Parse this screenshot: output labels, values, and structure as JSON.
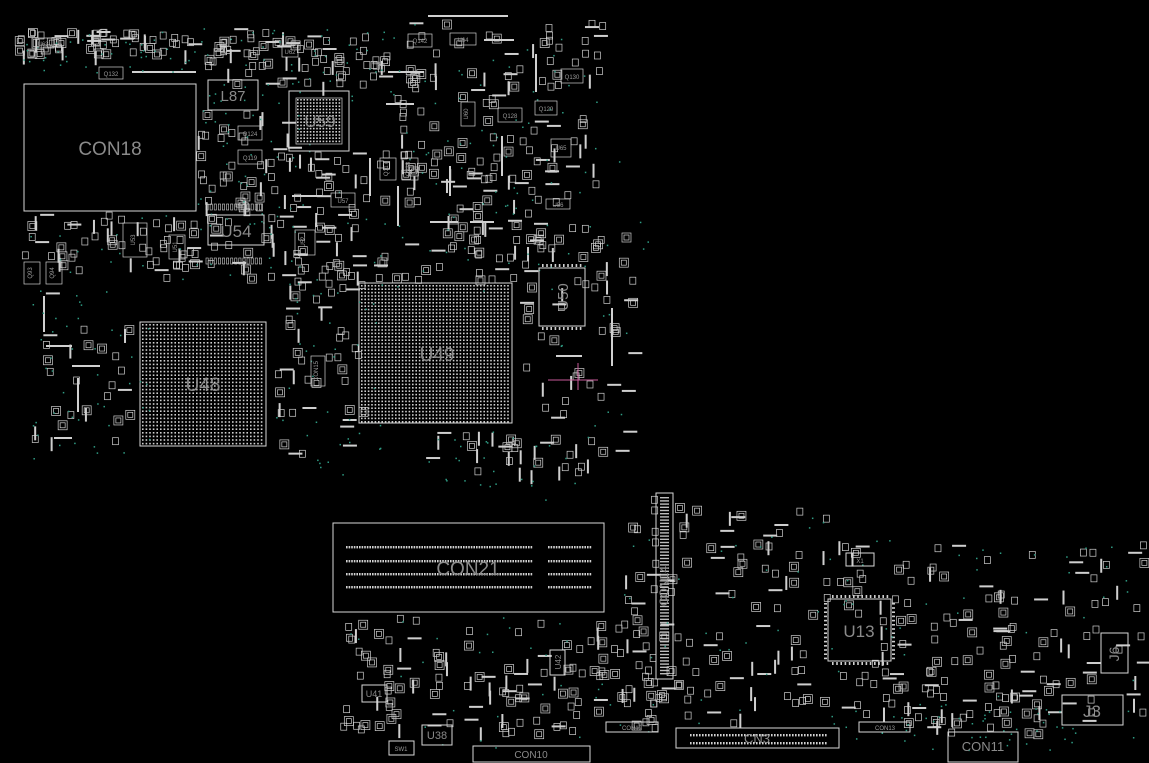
{
  "big_labels": {
    "con18": "CON18",
    "l87": "L87",
    "u59": "U59",
    "u54": "U54",
    "u49": "U49",
    "u48": "U48",
    "u50": "U50",
    "con21": "CON21",
    "con14": "CON14",
    "u13": "U13",
    "j6": "J6",
    "j3": "J3",
    "con11": "CON11",
    "cn3": "CN3",
    "con10": "CON10",
    "u38": "U38",
    "u41": "U41",
    "u42": "U42"
  },
  "small_labels": {
    "u63": "U63",
    "u62": "U62",
    "u64": "U64",
    "q142": "Q142",
    "q132": "Q132",
    "q128": "Q128",
    "q129": "Q129",
    "q130": "Q130",
    "q124": "Q124",
    "q119": "Q119",
    "u60": "U60",
    "u65": "U65",
    "u56": "U56",
    "u57": "U57",
    "u53": "U53",
    "u51": "U51",
    "u52": "U52",
    "q117": "Q117",
    "q118": "Q118",
    "q93": "Q93",
    "q94": "Q94",
    "con15": "CON15",
    "con12": "CON12",
    "con13": "CON13",
    "sw1": "SW1",
    "x1": "X1"
  },
  "colors": {
    "background": "#000000",
    "outline": "#d8d8d8",
    "label": "#8a8a8a",
    "via": "#2f9d85",
    "marker": "#c85a9a"
  }
}
